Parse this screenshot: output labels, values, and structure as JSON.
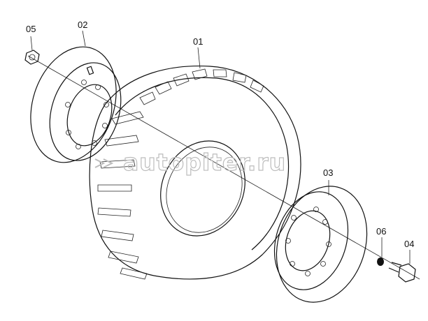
{
  "labels": {
    "tire": "01",
    "rim_outer": "02",
    "rim_inner": "03",
    "bolt": "04",
    "nut_outer": "05",
    "nut_inner": "06"
  },
  "watermark": "autopiter.ru"
}
